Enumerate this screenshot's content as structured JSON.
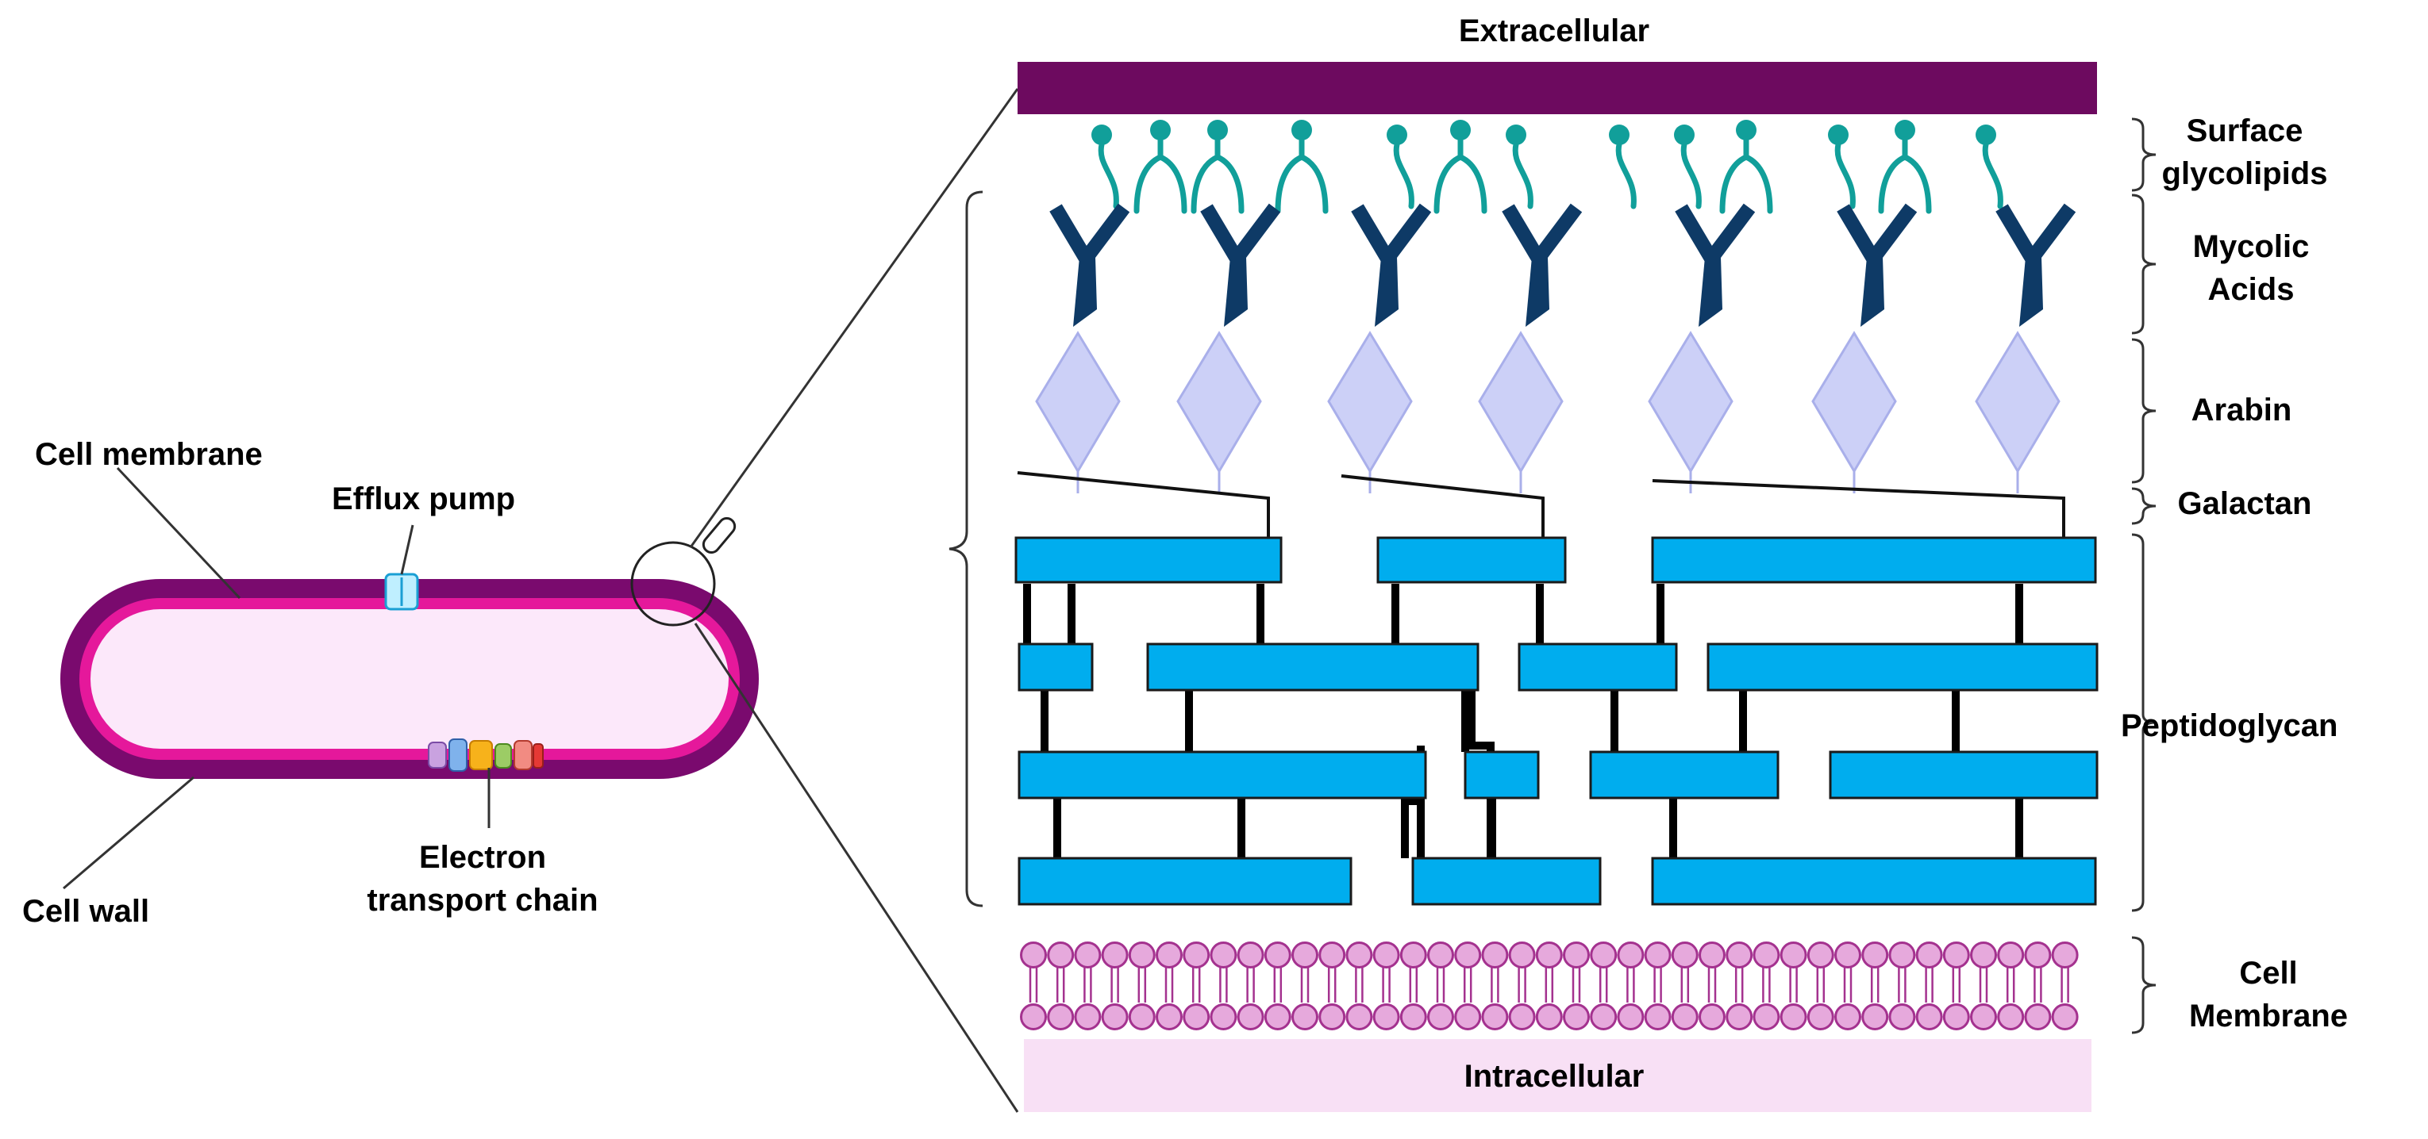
{
  "labels": {
    "extracellular": "Extracellular",
    "intracellular": "Intracellular",
    "surface_glycolipids": [
      "Surface",
      "glycolipids"
    ],
    "mycolic_acids": [
      "Mycolic",
      "Acids"
    ],
    "arabin": "Arabin",
    "galactan": "Galactan",
    "peptidoglycan": "Peptidoglycan",
    "cell_membrane_layer": [
      "Cell",
      "Membrane"
    ],
    "cell_membrane": "Cell membrane",
    "efflux_pump": "Efflux pump",
    "electron_transport_chain": [
      "Electron",
      "transport chain"
    ],
    "cell_wall": "Cell wall"
  },
  "colors": {
    "outer_layer": "#6d0a5f",
    "cell_wall": "#7a0a6e",
    "cell_membrane_ring": "#e5189b",
    "cytoplasm": "#fce8fa",
    "intracellular_fill": "#f8e0f5",
    "glycolipid": "#119f9a",
    "mycolic_acid": "#0e3a66",
    "arabin": "#ccd0f7",
    "arabin_stroke": "#a9afea",
    "peptidoglycan": "#00adee",
    "lipid_head": "#e6a9dc",
    "lipid_head_stroke": "#a4328f",
    "efflux_pump": "#bfefff"
  }
}
